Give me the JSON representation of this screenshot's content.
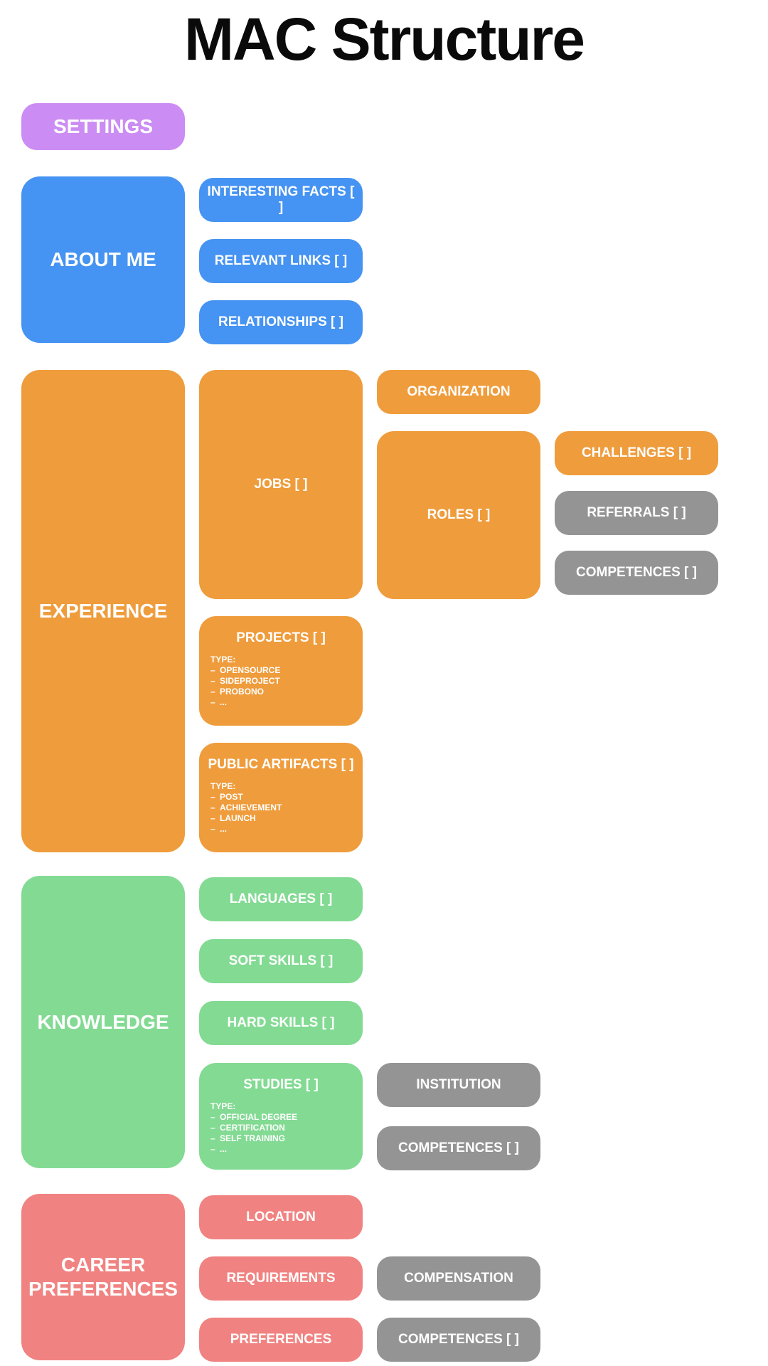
{
  "title": "MAC Structure",
  "ui": {
    "bullet": "–"
  },
  "colors": {
    "purple": "#cb8cf3",
    "blue": "#4593f2",
    "orange": "#ef9c3c",
    "green": "#83da93",
    "salmon": "#f08381",
    "gray": "#949494"
  },
  "settings": {
    "label": "SETTINGS"
  },
  "about": {
    "label": "ABOUT ME",
    "children": [
      {
        "label": "INTERESTING FACTS [ ]"
      },
      {
        "label": "RELEVANT LINKS [ ]"
      },
      {
        "label": "RELATIONSHIPS [ ]"
      }
    ]
  },
  "experience": {
    "label": "EXPERIENCE",
    "jobs": {
      "label": "JOBS [ ]"
    },
    "organization": {
      "label": "ORGANIZATION"
    },
    "roles": {
      "label": "ROLES [ ]"
    },
    "challenges": {
      "label": "CHALLENGES [ ]"
    },
    "referrals": {
      "label": "REFERRALS [ ]"
    },
    "competences": {
      "label": "COMPETENCES [ ]"
    },
    "projects": {
      "label": "PROJECTS [ ]",
      "type_heading": "TYPE:",
      "types": [
        "OPENSOURCE",
        "SIDEPROJECT",
        "PROBONO",
        "..."
      ]
    },
    "public_artifacts": {
      "label": "PUBLIC ARTIFACTS [ ]",
      "type_heading": "TYPE:",
      "types": [
        "POST",
        "ACHIEVEMENT",
        "LAUNCH",
        "..."
      ]
    }
  },
  "knowledge": {
    "label": "KNOWLEDGE",
    "children": [
      {
        "label": "LANGUAGES [ ]"
      },
      {
        "label": "SOFT SKILLS [ ]"
      },
      {
        "label": "HARD SKILLS [ ]"
      }
    ],
    "studies": {
      "label": "STUDIES [ ]",
      "type_heading": "TYPE:",
      "types": [
        "OFFICIAL DEGREE",
        "CERTIFICATION",
        "SELF TRAINING",
        "..."
      ]
    },
    "institution": {
      "label": "INSTITUTION"
    },
    "competences": {
      "label": "COMPETENCES [ ]"
    }
  },
  "career": {
    "label": "CAREER PREFERENCES",
    "children": [
      {
        "label": "LOCATION"
      },
      {
        "label": "REQUIREMENTS"
      },
      {
        "label": "PREFERENCES"
      }
    ],
    "compensation": {
      "label": "COMPENSATION"
    },
    "competences": {
      "label": "COMPETENCES [ ]"
    }
  }
}
